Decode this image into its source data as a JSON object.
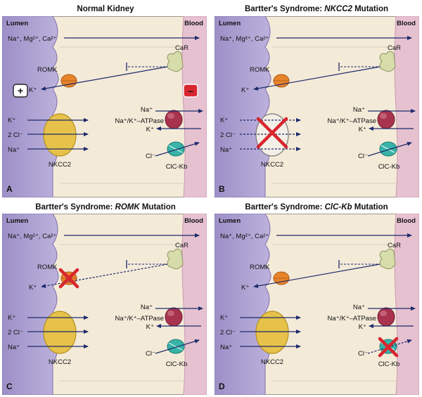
{
  "colors": {
    "lumen": "#9d8fc7",
    "lumen_light": "#bcb2dc",
    "cell": "#f4ead8",
    "blood": "#e6c1d0",
    "arrow": "#1c2a6b",
    "romk": "#e8832a",
    "nkcc2": "#e6c24a",
    "atpase": "#a8334e",
    "clckb": "#39b3a8",
    "car": "#d6dcaa",
    "cross": "#d7262f"
  },
  "panels": [
    {
      "title_plain": "Normal Kidney",
      "title_italic": "",
      "title_suffix": "",
      "letter": "A",
      "mutated": ""
    },
    {
      "title_plain": "Bartter's Syndrome: ",
      "title_italic": "NKCC2",
      "title_suffix": " Mutation",
      "letter": "B",
      "mutated": "nkcc2"
    },
    {
      "title_plain": "Bartter's Syndrome: ",
      "title_italic": "ROMK",
      "title_suffix": " Mutation",
      "letter": "C",
      "mutated": "romk"
    },
    {
      "title_plain": "Bartter's Syndrome: ",
      "title_italic": "ClC-Kb",
      "title_suffix": " Mutation",
      "letter": "D",
      "mutated": "clckb"
    }
  ],
  "labels": {
    "lumen": "Lumen",
    "blood": "Blood",
    "cations": "Na⁺, Mg²⁺, Ca²⁺",
    "romk": "ROMK",
    "k_out": "K⁺",
    "car": "CaR",
    "plus": "+",
    "minus": "–",
    "k_in": "K⁺",
    "cl2": "2 Cl⁻",
    "na_in": "Na⁺",
    "nkcc2": "NKCC2",
    "na_atpase": "Na⁺",
    "atpase": "Na⁺/K⁺–ATPase",
    "k_atpase": "K⁺",
    "cl_out": "Cl⁻",
    "clckb": "ClC-Kb"
  }
}
